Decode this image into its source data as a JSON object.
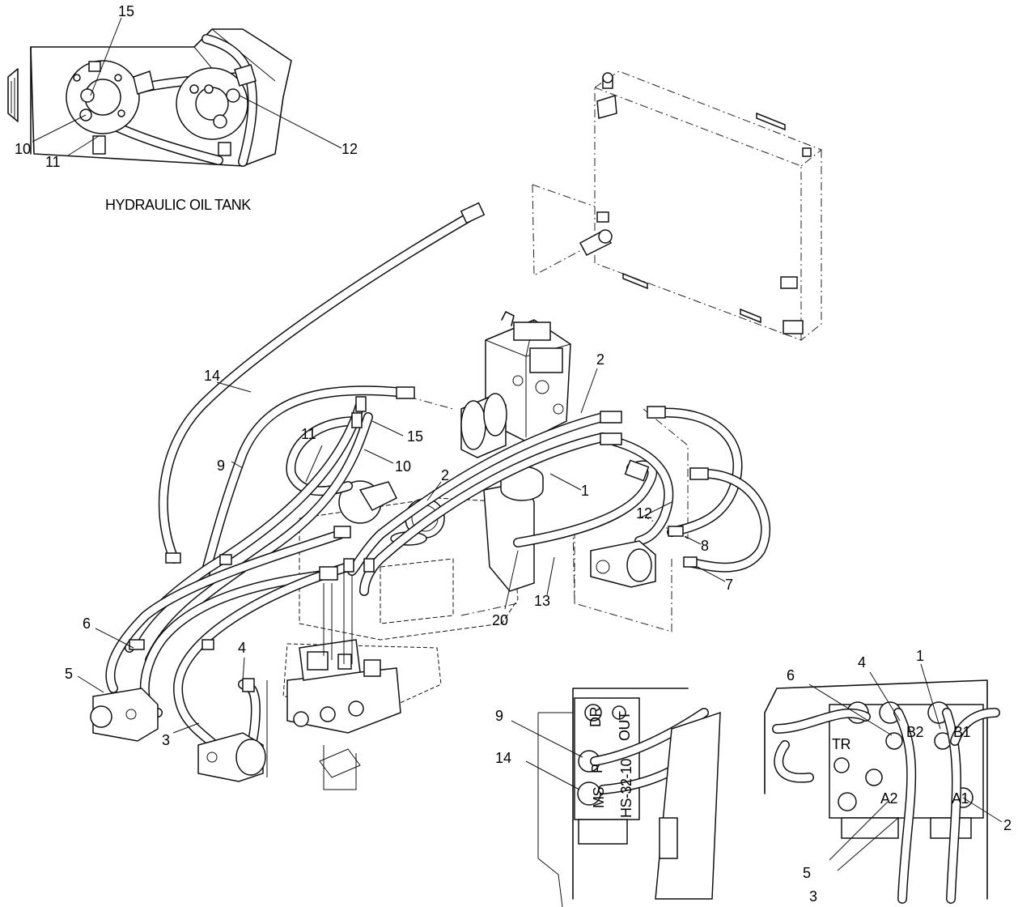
{
  "diagram": {
    "title": "HYDRAULIC OIL TANK",
    "callouts": [
      {
        "label": "15"
      },
      {
        "label": "12"
      },
      {
        "label": "10"
      },
      {
        "label": "11"
      },
      {
        "label": "14"
      },
      {
        "label": "2"
      },
      {
        "label": "15"
      },
      {
        "label": "11"
      },
      {
        "label": "9"
      },
      {
        "label": "10"
      },
      {
        "label": "2"
      },
      {
        "label": "1"
      },
      {
        "label": "12"
      },
      {
        "label": "8"
      },
      {
        "label": "7"
      },
      {
        "label": "13"
      },
      {
        "label": "20"
      },
      {
        "label": "6"
      },
      {
        "label": "4"
      },
      {
        "label": "5"
      },
      {
        "label": "3"
      },
      {
        "label": "9"
      },
      {
        "label": "14"
      },
      {
        "label": "6"
      },
      {
        "label": "4"
      },
      {
        "label": "1"
      },
      {
        "label": "5"
      },
      {
        "label": "3"
      },
      {
        "label": "2"
      }
    ],
    "valve_marks": {
      "left_detail": [
        "DR",
        "OUT",
        "P",
        "MS",
        "HS-32-10"
      ],
      "right_detail": [
        "B2",
        "B1",
        "TR",
        "A2",
        "A1"
      ]
    }
  }
}
